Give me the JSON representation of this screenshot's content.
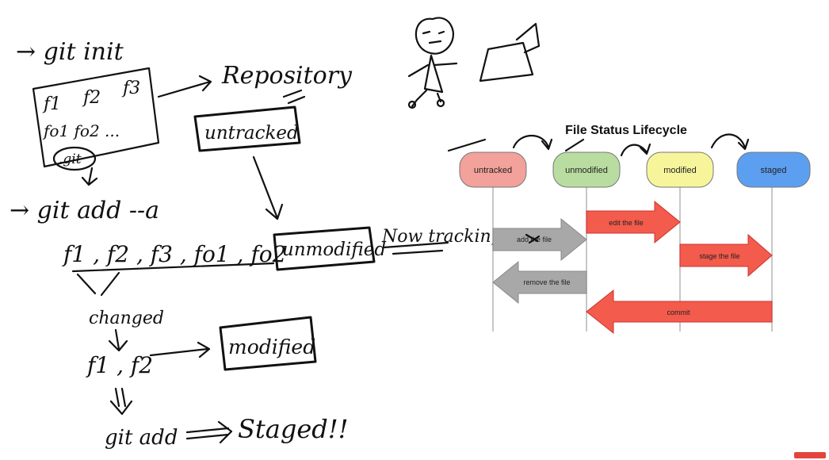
{
  "notes": {
    "git_init": "→ git init",
    "files_row1": [
      "f1",
      "f2",
      "f3"
    ],
    "files_row2": "fo1  fo2 ...",
    "git_folder": ".git",
    "repository": "Repository",
    "untracked": "untracked",
    "git_add_all": "→ git add --a",
    "tracked_files": "f1 , f2 , f3 , fo1 , fo2",
    "unmodified": "unmodified",
    "now_tracking": "Now tracking",
    "changed": "changed",
    "changed_files": "f1 , f2",
    "modified": "modified",
    "git_add": "git add",
    "staged": "Staged!!"
  },
  "lifecycle": {
    "title": "File Status Lifecycle",
    "states": [
      {
        "label": "untracked",
        "color": "#f2a19b"
      },
      {
        "label": "unmodified",
        "color": "#b9dda0"
      },
      {
        "label": "modified",
        "color": "#f6f59b"
      },
      {
        "label": "staged",
        "color": "#5c9ff0"
      }
    ],
    "transitions": [
      {
        "label": "add the file",
        "from": "untracked",
        "to": "unmodified",
        "color": "#a8a8a8"
      },
      {
        "label": "edit the file",
        "from": "unmodified",
        "to": "modified",
        "color": "#f35b4c"
      },
      {
        "label": "stage the file",
        "from": "modified",
        "to": "staged",
        "color": "#f35b4c"
      },
      {
        "label": "remove the file",
        "from": "unmodified",
        "to": "untracked",
        "color": "#a8a8a8"
      },
      {
        "label": "commit",
        "from": "staged",
        "to": "unmodified",
        "color": "#f35b4c"
      }
    ]
  }
}
